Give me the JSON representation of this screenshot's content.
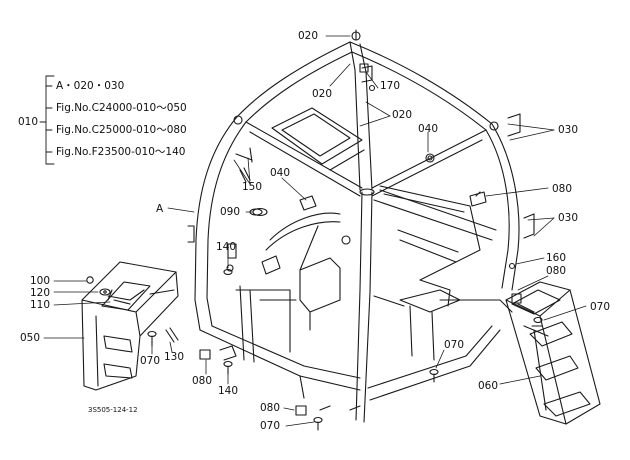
{
  "legend": {
    "group_label": "010",
    "lines": [
      "A・020・030",
      "Fig.No.C24000-010～050",
      "Fig.No.C25000-010～080",
      "Fig.No.F23500-010～140"
    ]
  },
  "callouts": {
    "c020_top": "020",
    "c020_mid": "020",
    "c170": "170",
    "c020_right": "020",
    "c040_right": "040",
    "c030_upper": "030",
    "c150": "150",
    "c040_center": "040",
    "c080_right": "080",
    "cA": "A",
    "c090": "090",
    "c030_lower": "030",
    "c140_center": "140",
    "c160": "160",
    "c080_r2": "080",
    "c100": "100",
    "c120": "120",
    "c110": "110",
    "c070_right": "070",
    "c050": "050",
    "c070_left": "070",
    "c130": "130",
    "c070_mid": "070",
    "c080_bottom": "080",
    "c140_bottom": "140",
    "c060": "060",
    "c080_low": "080",
    "c070_low": "070"
  },
  "drawing_code": "3S505-124-12"
}
